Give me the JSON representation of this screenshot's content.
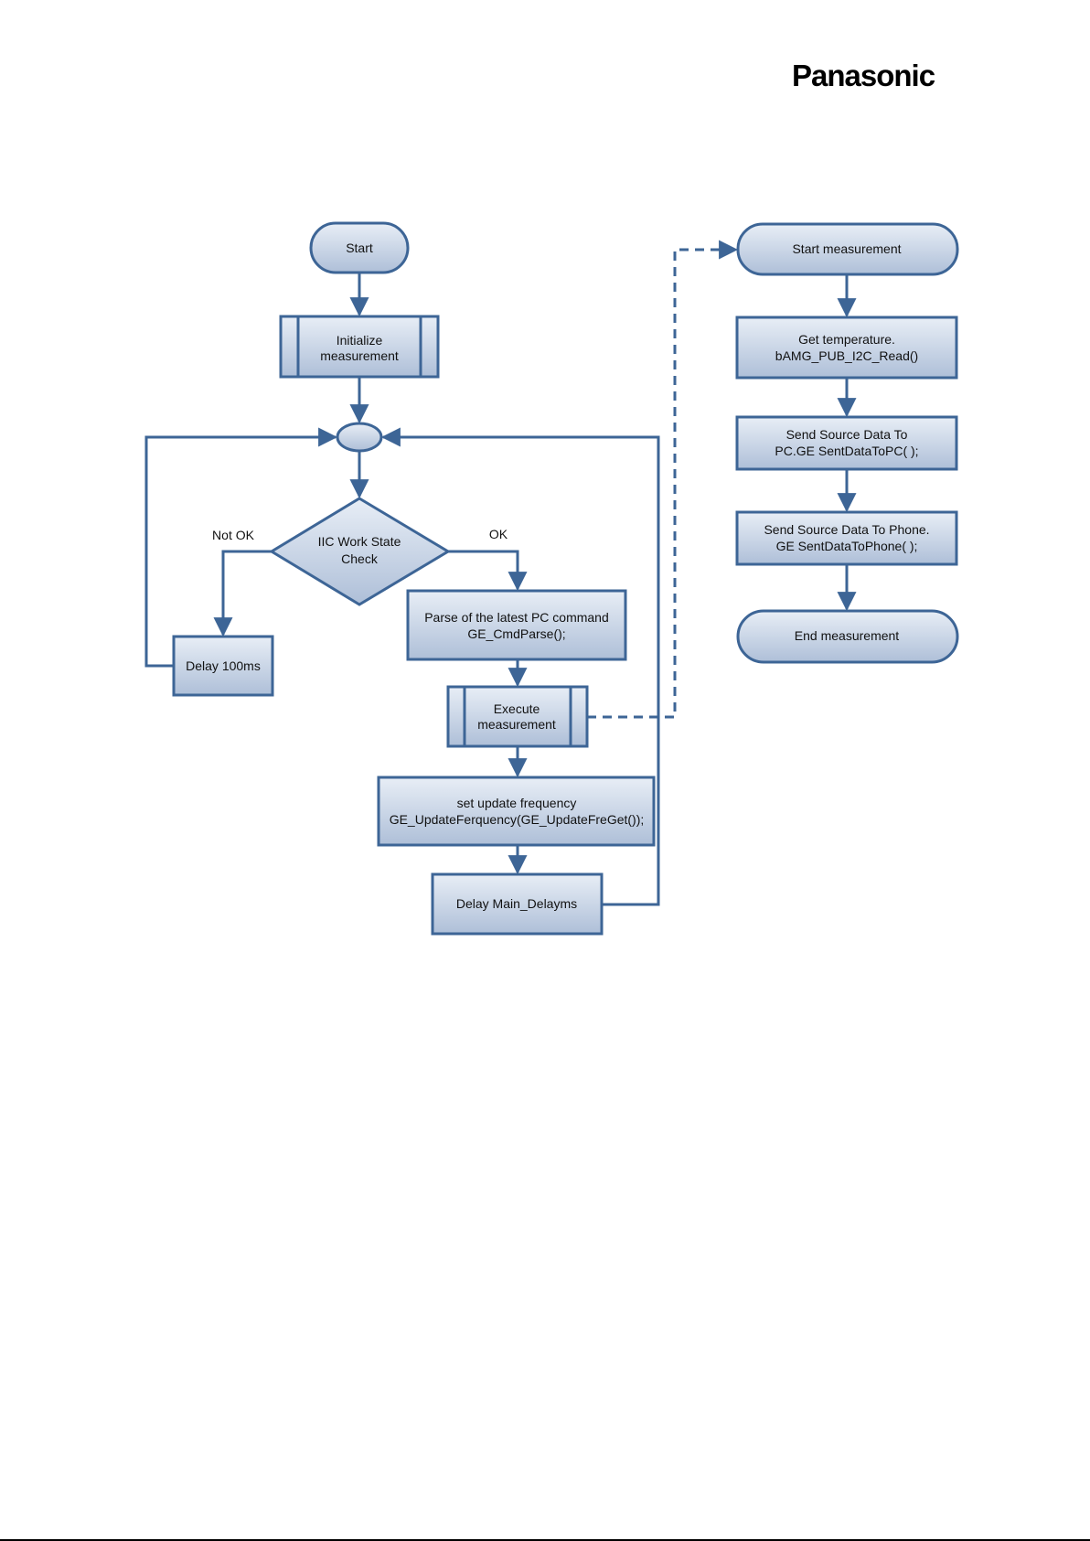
{
  "header": {
    "logo_text": "Panasonic"
  },
  "colors": {
    "box_fill_top": "#e8eef6",
    "box_fill_bottom": "#aebfd8",
    "box_stroke": "#3d6596",
    "line": "#3d6596",
    "text": "#111111"
  },
  "flowchart": {
    "main": {
      "start": "Start",
      "initialize": [
        "Initialize",
        "measurement"
      ],
      "decision": [
        "IIC  Work  State",
        "Check"
      ],
      "not_ok_label": "Not  OK",
      "ok_label": "OK",
      "delay_100": "Delay 100ms",
      "parse": [
        "Parse of the latest PC command",
        "GE_CmdParse();"
      ],
      "execute": [
        "Execute",
        "measurement"
      ],
      "update": [
        "set update frequency",
        "GE_UpdateFerquency(GE_UpdateFreGet());"
      ],
      "delay_main": "Delay Main_Delayms"
    },
    "sub": {
      "start": "Start measurement",
      "get_temp": [
        "Get temperature.",
        "bAMG_PUB_I2C_Read()"
      ],
      "send_pc": [
        "Send  Source  Data To",
        "PC.GE  SentDataToPC( );"
      ],
      "send_phone": [
        "Send  Source  Data To  Phone.",
        "GE  SentDataToPhone( );"
      ],
      "end": "End measurement"
    }
  }
}
